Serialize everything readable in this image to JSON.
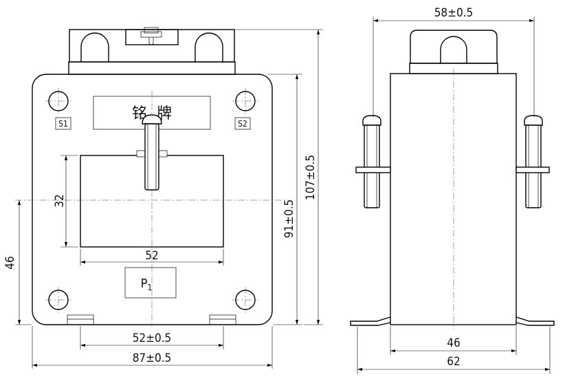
{
  "front_view": {
    "nameplate": "铭  牌",
    "terminal_s1": "S1",
    "terminal_s2": "S2",
    "primary_label": "P",
    "primary_sub": "1",
    "dim_window_width": "52",
    "dim_window_height": "32",
    "dim_center_height": "46",
    "dim_mount_spacing": "52±0.5",
    "dim_overall_width": "87±0.5",
    "dim_body_height": "91±0.5",
    "dim_overall_height": "107±0.5"
  },
  "side_view": {
    "dim_top_width": "58±0.5",
    "dim_body_width": "46",
    "dim_overall_width": "62"
  },
  "colors": {
    "line": "#000000",
    "background": "#ffffff"
  }
}
